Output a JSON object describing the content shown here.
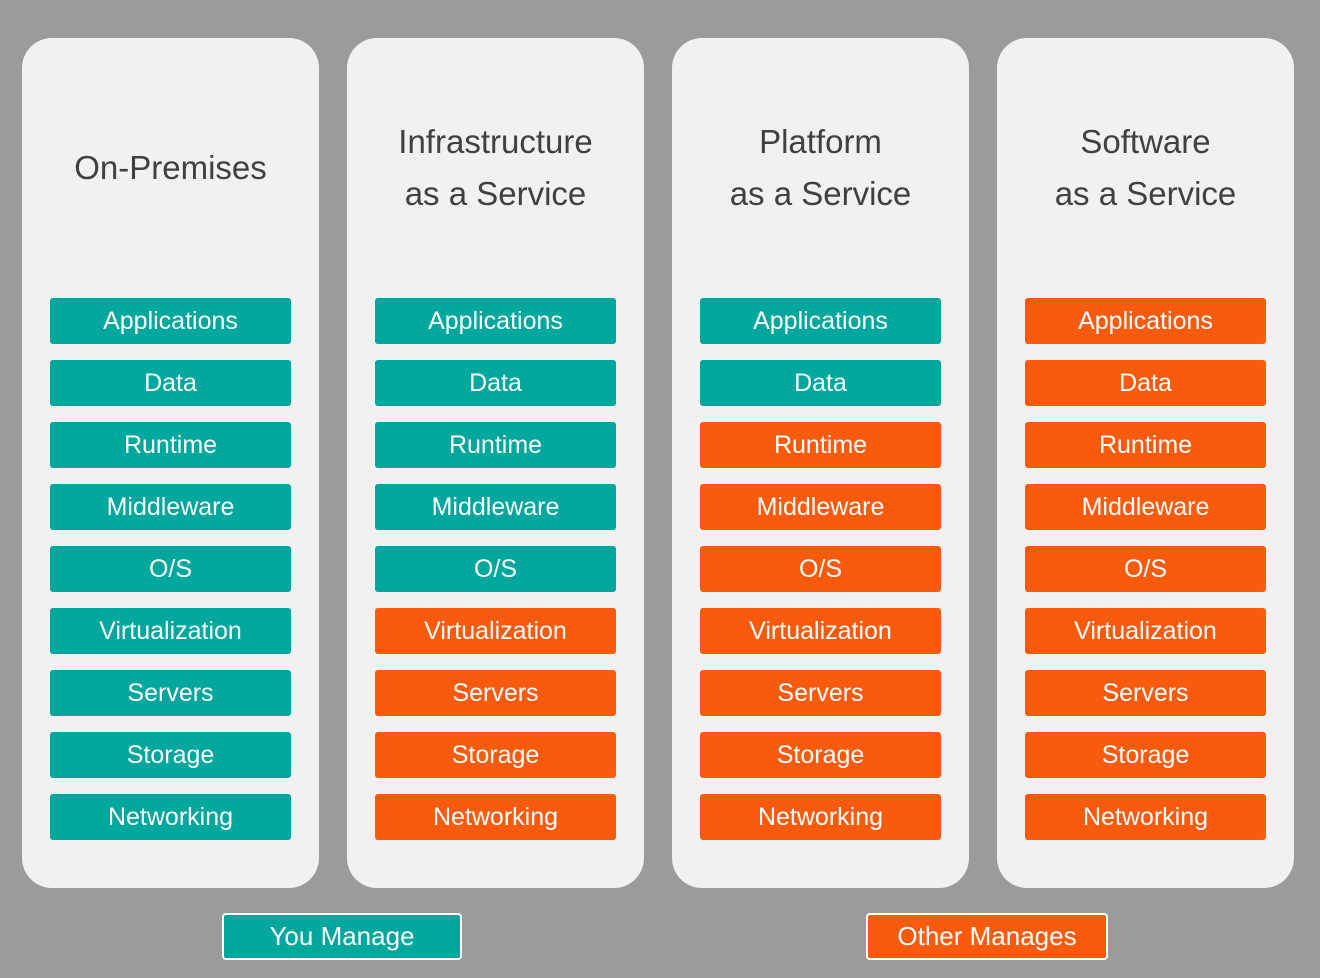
{
  "colors": {
    "you_manage": "#00a79d",
    "other_manages": "#f95b0e",
    "background": "#9b9b9b",
    "card": "#f1f1f1",
    "title_text": "#404040"
  },
  "legend": {
    "you_manage": "You Manage",
    "other_manages": "Other Manages"
  },
  "columns": [
    {
      "id": "on-premises",
      "title_lines": [
        "On-Premises"
      ],
      "layers": [
        {
          "label": "Applications",
          "managed_by": "you"
        },
        {
          "label": "Data",
          "managed_by": "you"
        },
        {
          "label": "Runtime",
          "managed_by": "you"
        },
        {
          "label": "Middleware",
          "managed_by": "you"
        },
        {
          "label": "O/S",
          "managed_by": "you"
        },
        {
          "label": "Virtualization",
          "managed_by": "you"
        },
        {
          "label": "Servers",
          "managed_by": "you"
        },
        {
          "label": "Storage",
          "managed_by": "you"
        },
        {
          "label": "Networking",
          "managed_by": "you"
        }
      ]
    },
    {
      "id": "infrastructure-as-a-service",
      "title_lines": [
        "Infrastructure",
        "as a Service"
      ],
      "layers": [
        {
          "label": "Applications",
          "managed_by": "you"
        },
        {
          "label": "Data",
          "managed_by": "you"
        },
        {
          "label": "Runtime",
          "managed_by": "you"
        },
        {
          "label": "Middleware",
          "managed_by": "you"
        },
        {
          "label": "O/S",
          "managed_by": "you"
        },
        {
          "label": "Virtualization",
          "managed_by": "other"
        },
        {
          "label": "Servers",
          "managed_by": "other"
        },
        {
          "label": "Storage",
          "managed_by": "other"
        },
        {
          "label": "Networking",
          "managed_by": "other"
        }
      ]
    },
    {
      "id": "platform-as-a-service",
      "title_lines": [
        "Platform",
        "as a Service"
      ],
      "layers": [
        {
          "label": "Applications",
          "managed_by": "you"
        },
        {
          "label": "Data",
          "managed_by": "you"
        },
        {
          "label": "Runtime",
          "managed_by": "other"
        },
        {
          "label": "Middleware",
          "managed_by": "other"
        },
        {
          "label": "O/S",
          "managed_by": "other"
        },
        {
          "label": "Virtualization",
          "managed_by": "other"
        },
        {
          "label": "Servers",
          "managed_by": "other"
        },
        {
          "label": "Storage",
          "managed_by": "other"
        },
        {
          "label": "Networking",
          "managed_by": "other"
        }
      ]
    },
    {
      "id": "software-as-a-service",
      "title_lines": [
        "Software",
        "as a Service"
      ],
      "layers": [
        {
          "label": "Applications",
          "managed_by": "other"
        },
        {
          "label": "Data",
          "managed_by": "other"
        },
        {
          "label": "Runtime",
          "managed_by": "other"
        },
        {
          "label": "Middleware",
          "managed_by": "other"
        },
        {
          "label": "O/S",
          "managed_by": "other"
        },
        {
          "label": "Virtualization",
          "managed_by": "other"
        },
        {
          "label": "Servers",
          "managed_by": "other"
        },
        {
          "label": "Storage",
          "managed_by": "other"
        },
        {
          "label": "Networking",
          "managed_by": "other"
        }
      ]
    }
  ]
}
